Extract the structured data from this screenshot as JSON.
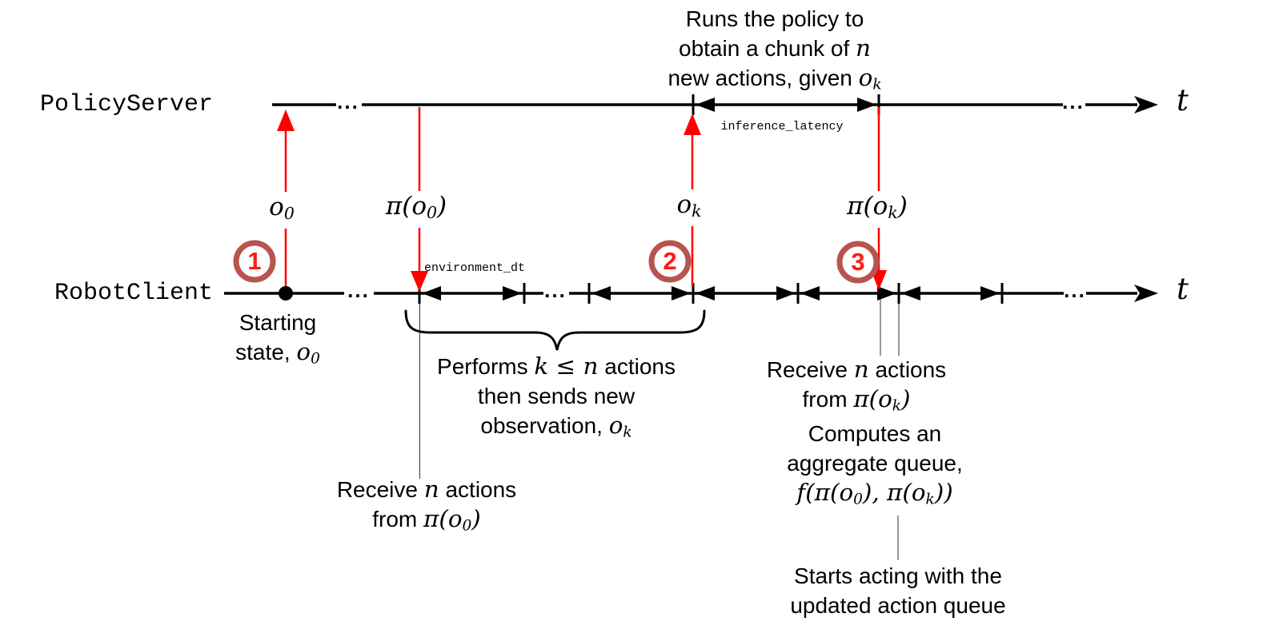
{
  "colors": {
    "signal_arrow_red": "#FF0000",
    "step_ring_red": "#B85450",
    "step_number_red": "#FF1A14",
    "timeline_black": "#000000"
  },
  "axes": {
    "policy_server_label": "PolicyServer",
    "robot_client_label": "RobotClient",
    "time_label": "t",
    "ellipsis": "..."
  },
  "timing_labels": {
    "inference_latency": "inference_latency",
    "environment_dt": "environment_dt"
  },
  "signal_labels": {
    "o0": {
      "base": "o",
      "sub": "0"
    },
    "pi_o0": {
      "pre": "π(o",
      "sub": "0",
      "post": ")"
    },
    "ok": {
      "base": "o",
      "sub": "k"
    },
    "pi_ok": {
      "pre": "π(o",
      "sub": "k",
      "post": ")"
    }
  },
  "steps": {
    "one": "1",
    "two": "2",
    "three": "3"
  },
  "notes": {
    "runs_policy": {
      "line1": "Runs the policy to",
      "line2_pre": "obtain a chunk of ",
      "line2_math": "n",
      "line3_pre": "new actions, given ",
      "line3_math": "o",
      "line3_sub": "k"
    },
    "starting_state": {
      "line1": "Starting",
      "line2_pre": "state, ",
      "line2_math": "o",
      "line2_sub": "0"
    },
    "performs": {
      "line1_pre": "Performs ",
      "line1_math": "k ≤ n",
      "line1_post": " actions",
      "line2": "then sends new",
      "line3_pre": "observation, ",
      "line3_math": "o",
      "line3_sub": "k"
    },
    "receive_o0": {
      "line1_pre": "Receive ",
      "line1_math": "n",
      "line1_post": " actions",
      "line2_pre": "from ",
      "line2_math": "π(o",
      "line2_sub": "0",
      "line2_post": ")"
    },
    "receive_ok": {
      "line1_pre": "Receive ",
      "line1_math": "n",
      "line1_post": " actions",
      "line2_pre": "from ",
      "line2_math": "π(o",
      "line2_sub": "k",
      "line2_post": ")"
    },
    "computes": {
      "line1": "Computes an",
      "line2": "aggregate queue,",
      "line3_f": "f",
      "line3_open": "(",
      "line3_p1": "π(o",
      "line3_s1": "0",
      "line3_mid": "), π(o",
      "line3_s2": "k",
      "line3_close1": ")",
      "line3_close2": ")"
    },
    "starts_acting": {
      "line1": "Starts acting with the",
      "line2": "updated action queue"
    }
  }
}
